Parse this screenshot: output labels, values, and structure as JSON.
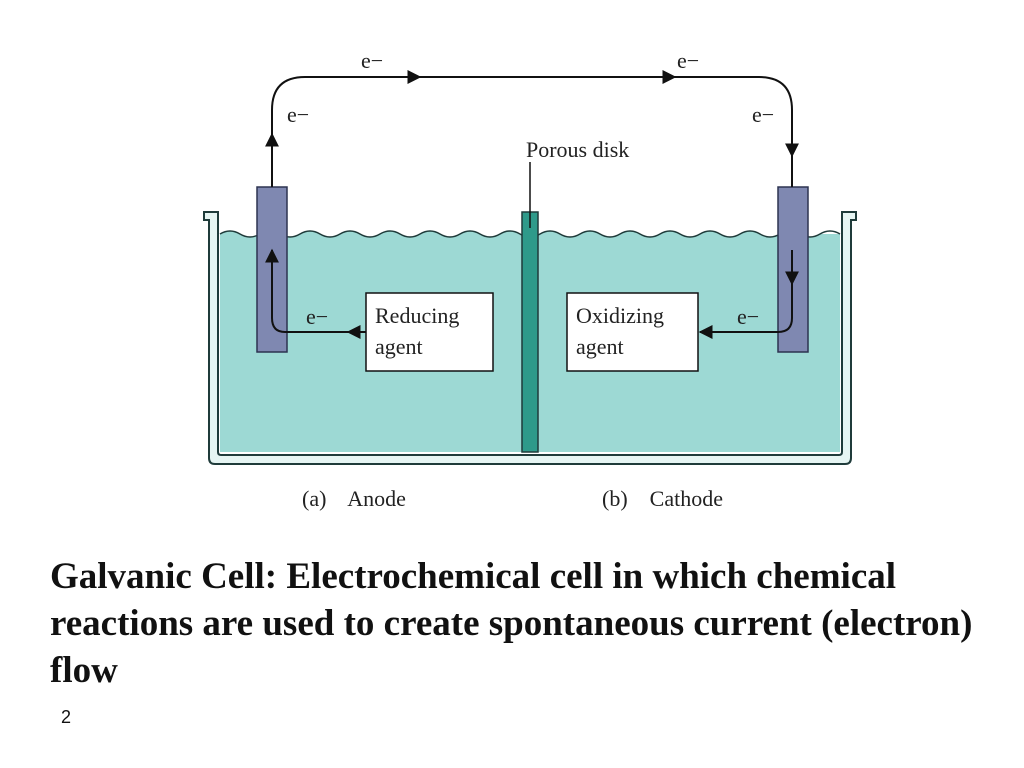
{
  "colors": {
    "solution": "#9dd9d4",
    "electrode": "#7f88b1",
    "porous_disk": "#2e9a8a",
    "container_outline": "#1f3b3a",
    "wire": "#111111"
  },
  "diagram": {
    "electron_label": "e−",
    "porous_disk_label": "Porous disk",
    "reducing_agent": [
      "Reducing",
      "agent"
    ],
    "oxidizing_agent": [
      "Oxidizing",
      "agent"
    ],
    "anode_caption": "(a)    Anode",
    "cathode_caption": "(b)    Cathode"
  },
  "caption": "Galvanic Cell: Electrochemical cell in which chemical reactions are used to create spontaneous current (electron) flow",
  "page_number": "2"
}
